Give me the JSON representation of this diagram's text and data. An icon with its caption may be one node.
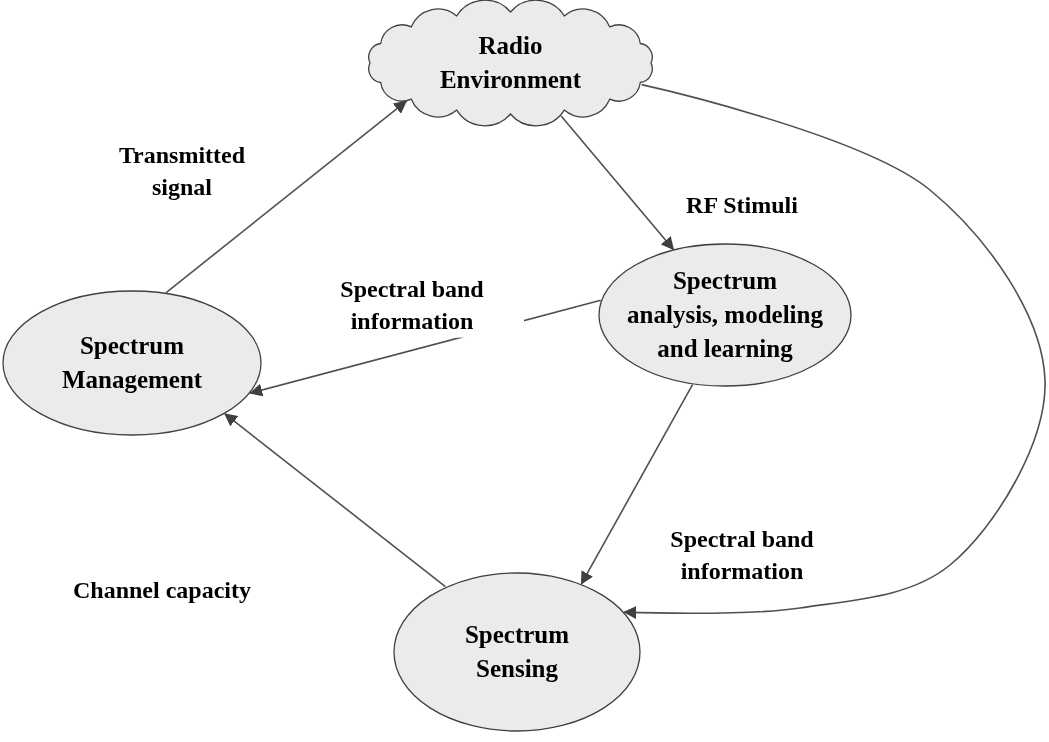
{
  "diagram": {
    "nodes": [
      {
        "text": [
          "Radio Environment"
        ]
      },
      {
        "text": [
          "Spectrum analysis, modeling and learning"
        ]
      },
      {
        "text": [
          "Spectrum Management"
        ]
      },
      {
        "text": [
          "Spectrum Sensing"
        ]
      }
    ],
    "edges": [
      {
        "from": 2,
        "to": 0,
        "arrow": "to",
        "label": "Transmitted signal"
      },
      {
        "from": 0,
        "to": 1,
        "arrow": "to",
        "label": "RF Stimuli"
      },
      {
        "from": 1,
        "to": 2,
        "arrow": "to",
        "label": "Spectral band information"
      },
      {
        "from": 1,
        "to": 3,
        "arrow": "to",
        "label": "Spectral band information"
      },
      {
        "from": 0,
        "to": 3,
        "arrow": "to"
      },
      {
        "from": 3,
        "to": 2,
        "arrow": "to",
        "label": "Channel capacity"
      }
    ]
  }
}
